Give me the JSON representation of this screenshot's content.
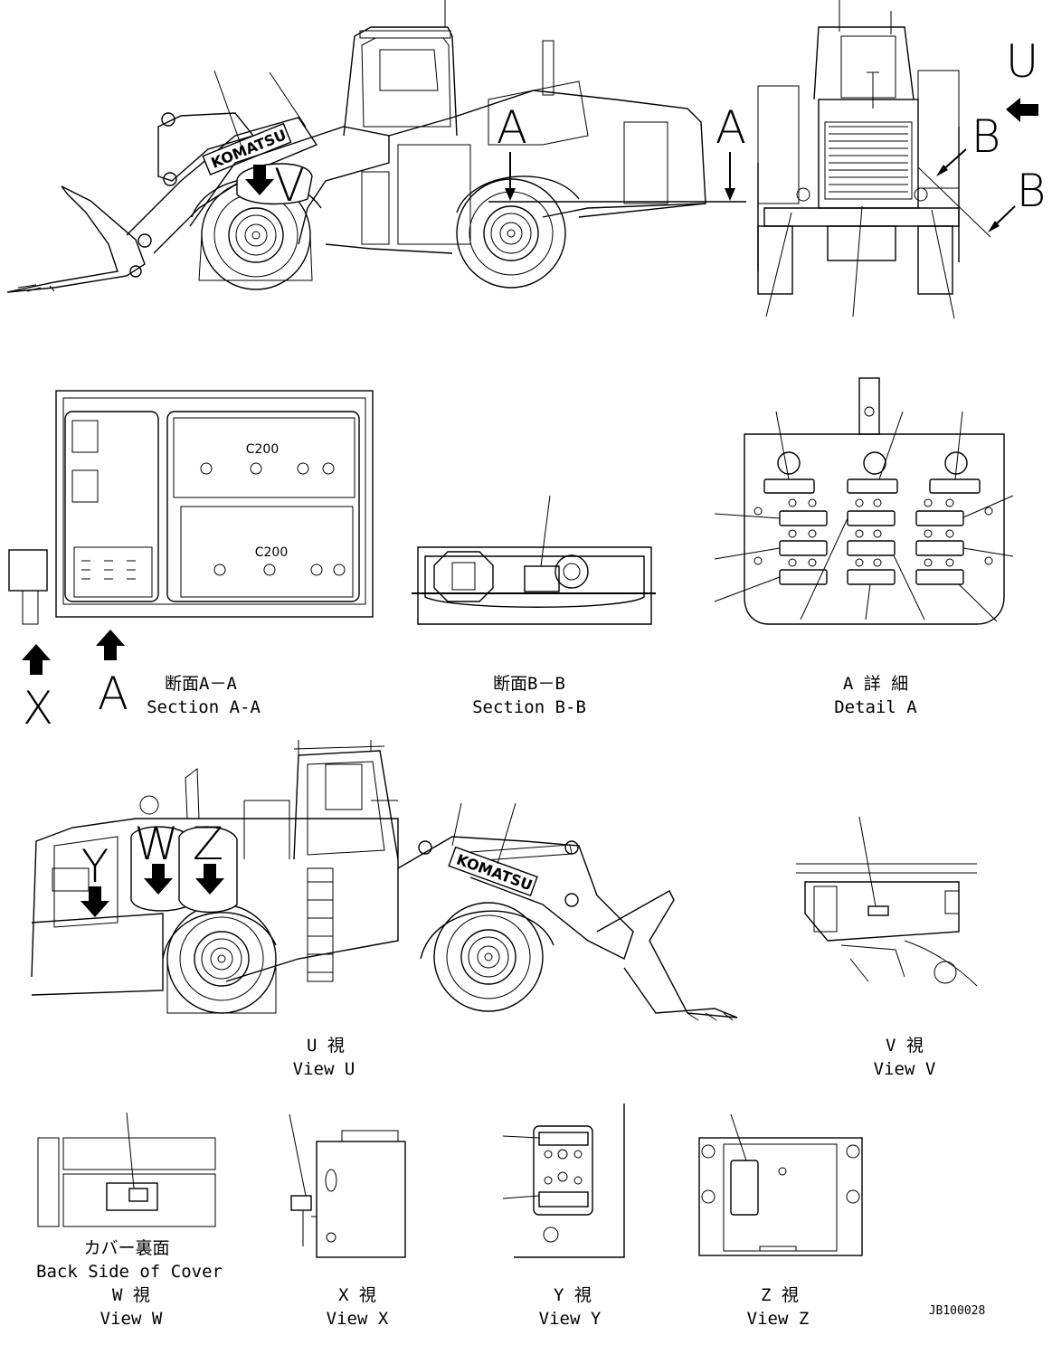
{
  "markers": {
    "u": "U",
    "v": "V",
    "a1": "A",
    "a2": "A",
    "b1": "B",
    "b2": "B",
    "x": "X",
    "a3": "A",
    "w": "W",
    "y": "Y",
    "z": "Z"
  },
  "brand": {
    "logo_text": "KOMATSU"
  },
  "battery": {
    "label_top": "C200",
    "label_bottom": "C200"
  },
  "captions": {
    "section_aa_jp": "断面A－A",
    "section_aa_en": "Section A-A",
    "section_bb_jp": "断面B－B",
    "section_bb_en": "Section B-B",
    "detail_a_jp": "A 詳 細",
    "detail_a_en": "Detail A",
    "view_u_jp": "U 視",
    "view_u_en": "View U",
    "view_v_jp": "V 視",
    "view_v_en": "View V",
    "cover_jp": "カバー裏面",
    "cover_en": "Back Side of Cover",
    "view_w_jp": "W 視",
    "view_w_en": "View W",
    "view_x_jp": "X 視",
    "view_x_en": "View X",
    "view_y_jp": "Y 視",
    "view_y_en": "View Y",
    "view_z_jp": "Z 視",
    "view_z_en": "View Z"
  },
  "drawing_code": "JB100028"
}
